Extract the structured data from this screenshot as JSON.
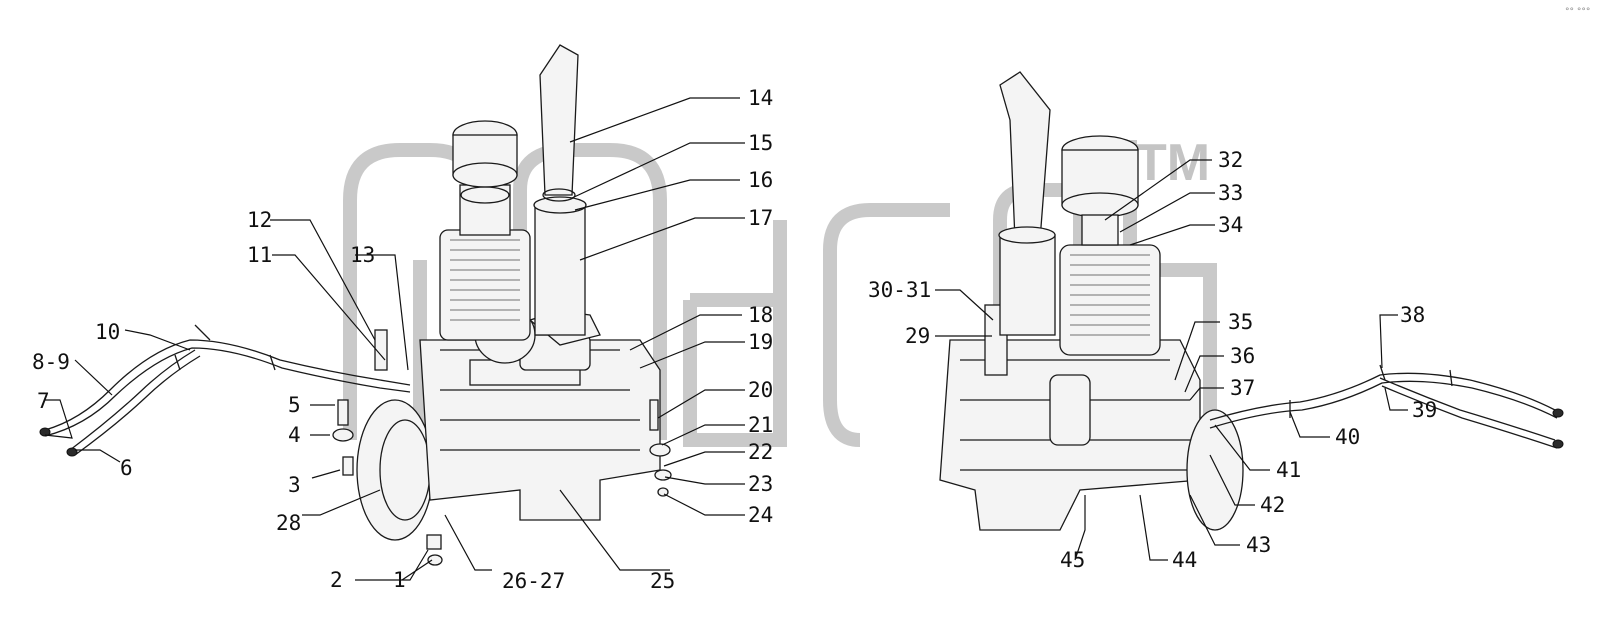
{
  "watermark": {
    "trademark": "TM",
    "corner_mark": "°° °°°"
  },
  "left_engine_labels": [
    "1",
    "2",
    "3",
    "4",
    "5",
    "6",
    "7",
    "8-9",
    "10",
    "11",
    "12",
    "13",
    "14",
    "15",
    "16",
    "17",
    "18",
    "19",
    "20",
    "21",
    "22",
    "23",
    "24",
    "25",
    "26-27",
    "28"
  ],
  "right_engine_labels": [
    "29",
    "30-31",
    "32",
    "33",
    "34",
    "35",
    "36",
    "37",
    "38",
    "39",
    "40",
    "41",
    "42",
    "43",
    "44",
    "45"
  ]
}
